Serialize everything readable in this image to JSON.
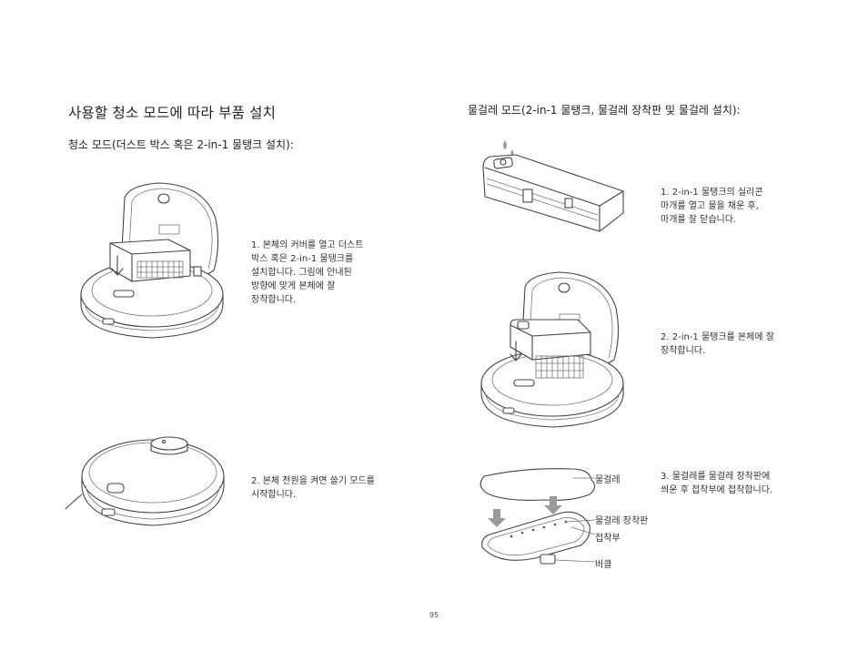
{
  "left": {
    "title": "사용할 청소 모드에 따라 부품 설치",
    "subtitle": "청소 모드(더스트 박스 혹은 2-in-1 물탱크 설치):",
    "step1": "1. 본체의 커버를 열고 더스트\n박스 혹은 2-in-1 물탱크를\n설치합니다. 그림에 안내된\n방향에 맞게 본체에 잘\n장착합니다.",
    "step2": "2. 본체 전원을 켜면 쓸기 모드를\n시작합니다."
  },
  "right": {
    "subtitle": "물걸레 모드(2-in-1 물탱크, 물걸레 장착판 및 물걸레 설치):",
    "step1": "1. 2-in-1 물탱크의 실리콘\n마개를 열고 물을 채운 후,\n마개를 잘 닫습니다.",
    "step2": "2. 2-in-1 물탱크를 본체에 잘\n장착합니다.",
    "step3": "3. 물걸레를 물걸레 장착판에\n씌운 후 접착부에 접착합니다.",
    "labels": {
      "mop": "물걸레",
      "mop_plate": "물걸레 장착판",
      "adhesive": "접착부",
      "buckle": "버클"
    }
  },
  "page_number": "95"
}
